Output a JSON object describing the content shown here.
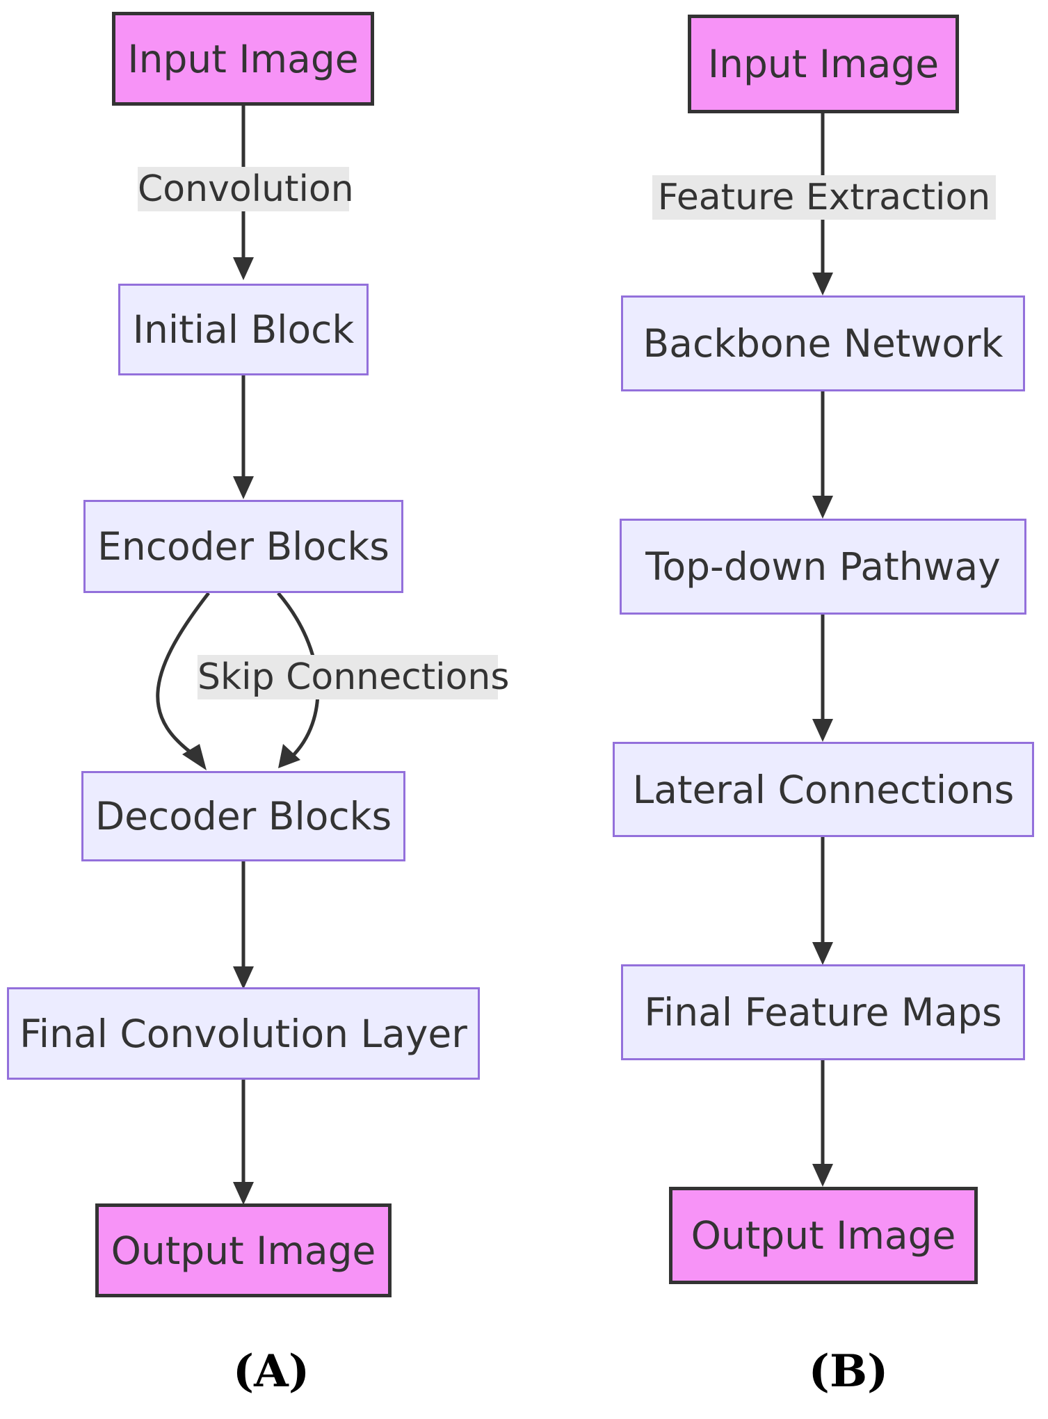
{
  "panel_a": {
    "label": "(A)",
    "nodes": {
      "input": "Input Image",
      "initial": "Initial Block",
      "encoder": "Encoder Blocks",
      "decoder": "Decoder Blocks",
      "final_conv": "Final Convolution Layer",
      "output": "Output Image"
    },
    "edges": {
      "convolution": "Convolution",
      "skip": "Skip Connections"
    }
  },
  "panel_b": {
    "label": "(B)",
    "nodes": {
      "input": "Input Image",
      "backbone": "Backbone Network",
      "topdown": "Top-down Pathway",
      "lateral": "Lateral Connections",
      "final_maps": "Final Feature Maps",
      "output": "Output Image"
    },
    "edges": {
      "feature_extraction": "Feature Extraction"
    }
  },
  "colors": {
    "io_fill": "#f793f7",
    "io_border": "#333333",
    "process_fill": "#ececff",
    "process_border": "#9370db",
    "edge": "#333333",
    "edge_label_bg": "#e8e8e8"
  }
}
